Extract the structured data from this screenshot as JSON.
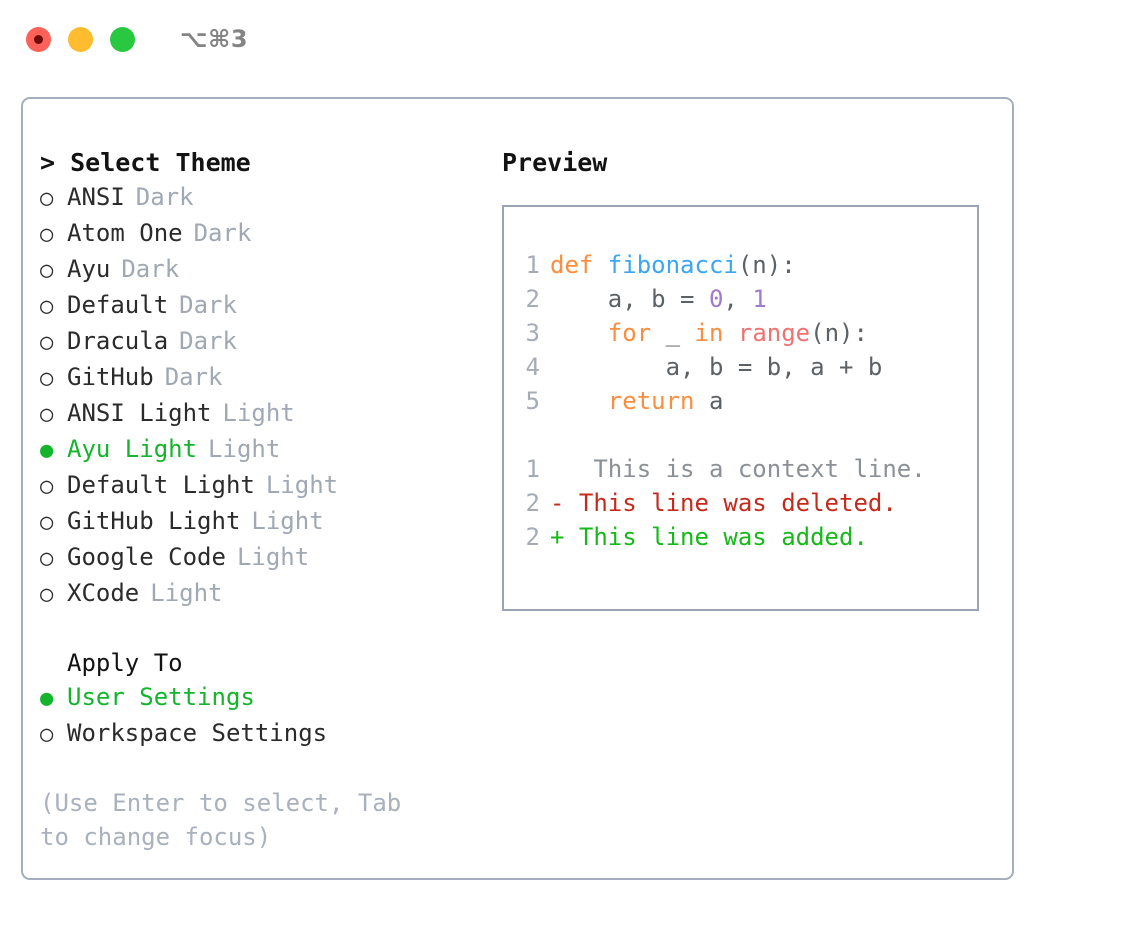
{
  "titlebar": {
    "shortcut": "⌥⌘3",
    "dots": [
      {
        "name": "close-dot",
        "color": "#fd6157"
      },
      {
        "name": "minimize-dot",
        "color": "#febc2e"
      },
      {
        "name": "maximize-dot",
        "color": "#28c840"
      }
    ]
  },
  "theme_section": {
    "heading": "> Select Theme",
    "items": [
      {
        "marker": "○",
        "label": "ANSI",
        "tag": "Dark",
        "selected": false
      },
      {
        "marker": "○",
        "label": "Atom One",
        "tag": "Dark",
        "selected": false
      },
      {
        "marker": "○",
        "label": "Ayu",
        "tag": "Dark",
        "selected": false
      },
      {
        "marker": "○",
        "label": "Default",
        "tag": "Dark",
        "selected": false
      },
      {
        "marker": "○",
        "label": "Dracula",
        "tag": "Dark",
        "selected": false
      },
      {
        "marker": "○",
        "label": "GitHub",
        "tag": "Dark",
        "selected": false
      },
      {
        "marker": "○",
        "label": "ANSI Light",
        "tag": "Light",
        "selected": false
      },
      {
        "marker": "●",
        "label": "Ayu Light",
        "tag": "Light",
        "selected": true
      },
      {
        "marker": "○",
        "label": "Default Light",
        "tag": "Light",
        "selected": false
      },
      {
        "marker": "○",
        "label": "GitHub Light",
        "tag": "Light",
        "selected": false
      },
      {
        "marker": "○",
        "label": "Google Code",
        "tag": "Light",
        "selected": false
      },
      {
        "marker": "○",
        "label": "XCode",
        "tag": "Light",
        "selected": false
      }
    ]
  },
  "apply_section": {
    "heading": "Apply To",
    "items": [
      {
        "marker": "●",
        "label": "User Settings",
        "selected": true
      },
      {
        "marker": "○",
        "label": "Workspace Settings",
        "selected": false
      }
    ]
  },
  "hint": "(Use Enter to select, Tab to change focus)",
  "preview": {
    "heading": "Preview",
    "code_lines": [
      {
        "num": "1",
        "tokens": [
          {
            "t": "def ",
            "c": "kw"
          },
          {
            "t": "fibonacci",
            "c": "fn"
          },
          {
            "t": "(n):",
            "c": "punc"
          }
        ]
      },
      {
        "num": "2",
        "tokens": [
          {
            "t": "    a, b = ",
            "c": "plain"
          },
          {
            "t": "0",
            "c": "num"
          },
          {
            "t": ", ",
            "c": "plain"
          },
          {
            "t": "1",
            "c": "num"
          }
        ]
      },
      {
        "num": "3",
        "tokens": [
          {
            "t": "    ",
            "c": "plain"
          },
          {
            "t": "for",
            "c": "kw"
          },
          {
            "t": " _ ",
            "c": "plain"
          },
          {
            "t": "in",
            "c": "kw"
          },
          {
            "t": " ",
            "c": "plain"
          },
          {
            "t": "range",
            "c": "bi"
          },
          {
            "t": "(n):",
            "c": "punc"
          }
        ]
      },
      {
        "num": "4",
        "tokens": [
          {
            "t": "        a, b = b, a + b",
            "c": "plain"
          }
        ]
      },
      {
        "num": "5",
        "tokens": [
          {
            "t": "    ",
            "c": "plain"
          },
          {
            "t": "return",
            "c": "kw"
          },
          {
            "t": " a",
            "c": "plain"
          }
        ]
      }
    ],
    "diff_lines": [
      {
        "num": "1",
        "sign": " ",
        "text": "  This is a context line.",
        "kind": "diff-ctx"
      },
      {
        "num": "2",
        "sign": "-",
        "text": " This line was deleted.",
        "kind": "diff-del"
      },
      {
        "num": "2",
        "sign": "+",
        "text": " This line was added.",
        "kind": "diff-add"
      }
    ]
  },
  "colors": {
    "accent_green": "#14b52c",
    "muted_gray": "#a0a8b4",
    "border": "#a4aebd",
    "keyword": "#fa8d3e",
    "function": "#3ba6f5",
    "builtin": "#f07171",
    "number": "#a37acc",
    "diff_added": "#16b81a",
    "diff_deleted": "#c42b1c"
  }
}
